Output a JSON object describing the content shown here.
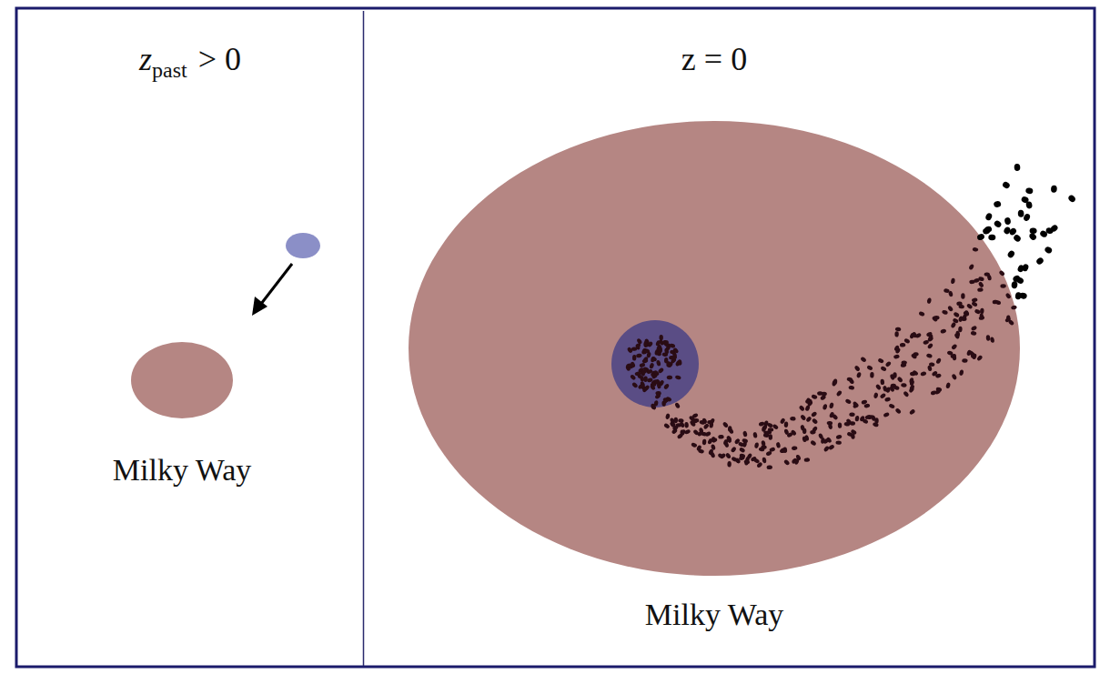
{
  "diagram": {
    "nodes": [
      {
        "text": [
          "Milky Way"
        ]
      },
      {
        "text": [
          "Milky Way"
        ]
      }
    ],
    "labels": [
      "z",
      "past",
      "> 0",
      "z = 0"
    ]
  }
}
